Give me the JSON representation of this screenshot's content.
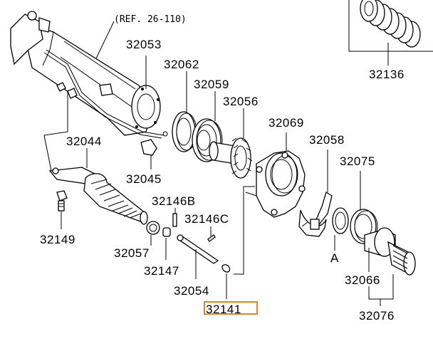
{
  "reference": "(REF. 26-110)",
  "parts": {
    "p32053": "32053",
    "p32062": "32062",
    "p32059": "32059",
    "p32056": "32056",
    "p32069": "32069",
    "p32058": "32058",
    "p32075": "32075",
    "p32044": "32044",
    "p32045": "32045",
    "p32146b": "32146B",
    "p32146c": "32146C",
    "p32149": "32149",
    "p32057": "32057",
    "p32147": "32147",
    "p32054": "32054",
    "p32141": "32141",
    "p32136": "32136",
    "p32066": "32066",
    "p32076": "32076",
    "marker_a": "A"
  },
  "highlight_color": "#e8832a"
}
